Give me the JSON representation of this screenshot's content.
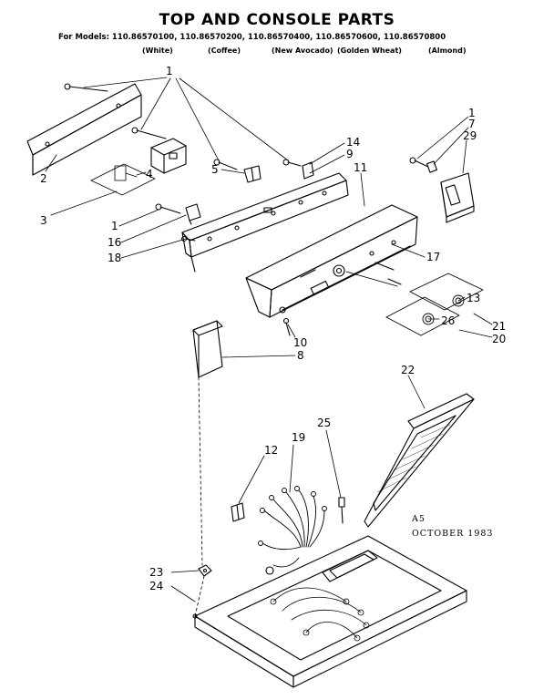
{
  "header": {
    "title": "TOP AND CONSOLE PARTS",
    "models_line": "For Models: 110.86570100, 110.86570200, 110.86570400, 110.86570600, 110.86570800",
    "colors": [
      "(White)",
      "(Coffee)",
      "(New Avocado)",
      "(Golden Wheat)",
      "(Almond)"
    ]
  },
  "callouts": {
    "c1a": "1",
    "c2": "2",
    "c3": "3",
    "c4": "4",
    "c5": "5",
    "c1b": "1",
    "c16": "16",
    "c18": "18",
    "c14": "14",
    "c9": "9",
    "c11": "11",
    "c1c": "1",
    "c7": "7",
    "c29": "29",
    "c17": "17",
    "c13": "13",
    "c26": "26",
    "c21": "21",
    "c20": "20",
    "c10": "10",
    "c8": "8",
    "c22": "22",
    "c25": "25",
    "c12": "12",
    "c19": "19",
    "c23": "23",
    "c24": "24"
  },
  "note": {
    "code": "A5",
    "date": "OCTOBER 1983"
  }
}
